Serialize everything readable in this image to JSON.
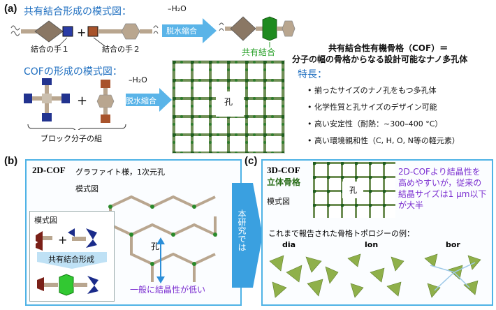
{
  "panel_a": {
    "label": "(a)",
    "covalent_title": "共有結合形成の模式図：",
    "reaction_top": "–H₂O",
    "reaction_bottom": "脱水縮合",
    "arm1": "結合の手１",
    "arm2": "結合の手２",
    "covalent_bond": "共有結合",
    "cof_formation_title": "COFの形成の模式図：",
    "cof_reaction_top": "–H₂O",
    "cof_reaction_bottom": "脱水縮合",
    "block_molecule": "ブロック分子の組",
    "pore": "孔",
    "cof_def_line1": "共有結合性有機骨格（COF）＝",
    "cof_def_line2": "分子の幅の骨格からなる設計可能なナノ多孔体",
    "features_title": "特長：",
    "features": [
      "揃ったサイズのナノ孔をもつ多孔体",
      "化学性質と孔サイズのデザイン可能",
      "高い安定性（耐熱：~300–400 °C）",
      "高い環境親和性（C, H, O, N等の軽元素）"
    ]
  },
  "panel_b": {
    "label": "(b)",
    "title": "2D-COF",
    "subtitle": "グラファイト様，1次元孔",
    "schematic": "模式図",
    "inset_schematic": "模式図",
    "inset_bond": "共有結合形成",
    "pore": "孔",
    "crystallinity": "一般に結晶性が低い"
  },
  "arrow_mid": "本研究では",
  "panel_c": {
    "label": "(c)",
    "title": "3D-COF",
    "subtitle": "立体骨格",
    "schematic": "模式図",
    "pore": "孔",
    "note_line1": "2D-COFより結晶性を",
    "note_line2": "高めやすいが，従来の",
    "note_line3": "結晶サイズは1 μm以下",
    "note_line4": "が大半",
    "topology_title": "これまで報告された骨格トポロジーの例：",
    "topologies": [
      "dia",
      "lon",
      "bor"
    ]
  },
  "colors": {
    "blue_text": "#1f6fc0",
    "green_text": "#2aa12a",
    "purple_text": "#7a2dd0",
    "arrow_blue": "#3aa0e0",
    "panel_border": "#4fb3e6"
  }
}
